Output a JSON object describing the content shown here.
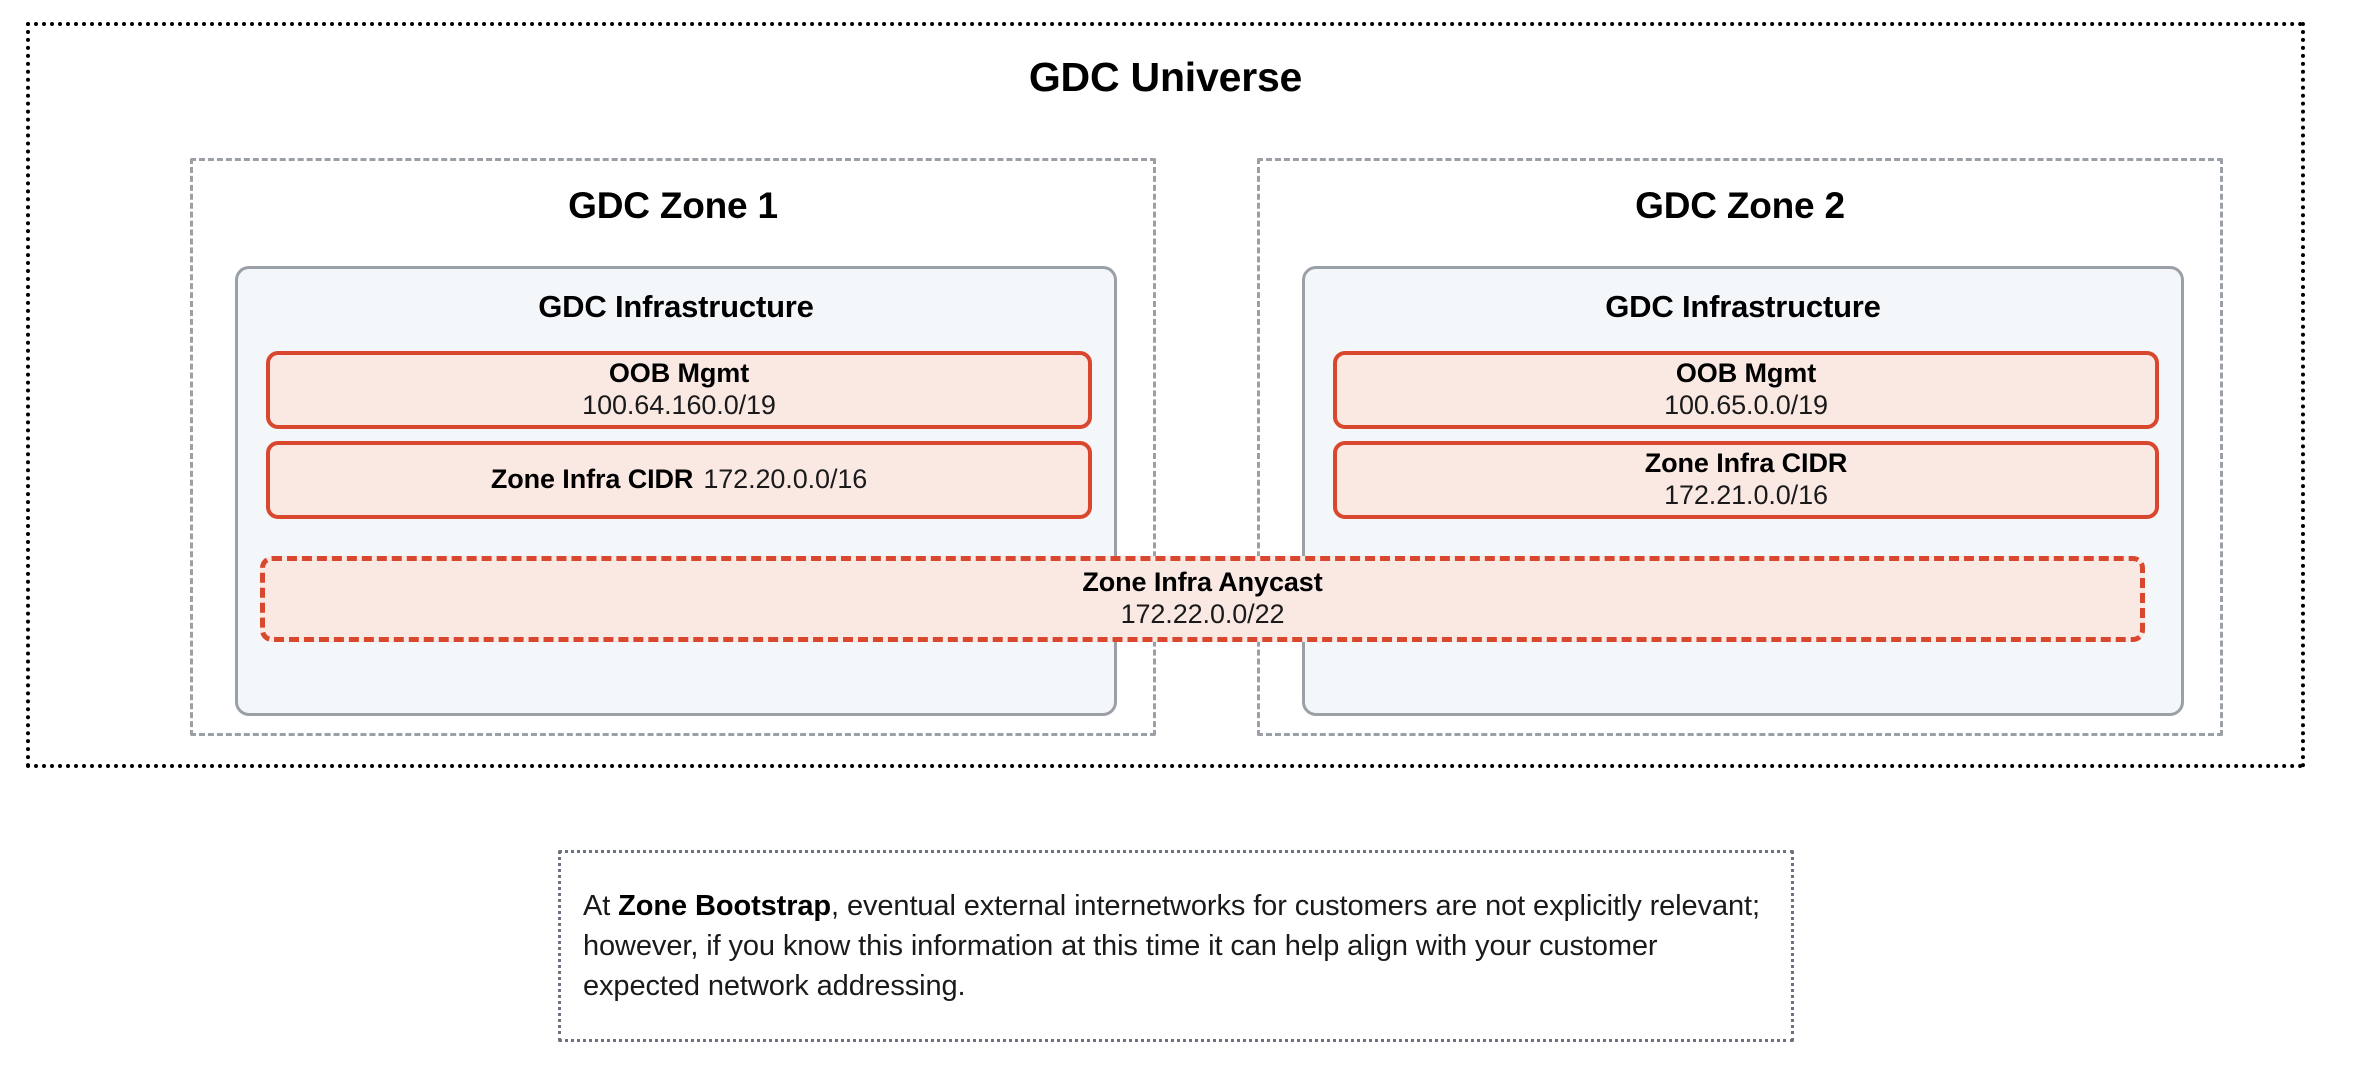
{
  "universe": {
    "title": "GDC Universe",
    "border_style": "dotted",
    "border_color": "#000000"
  },
  "colors": {
    "net_border": "#d9472e",
    "net_fill": "#fae8e3",
    "infra_border": "#9aa0a6",
    "infra_fill": "#f4f7fa",
    "zone_border": "#9aa0a6",
    "note_border": "#6b7280"
  },
  "zones": [
    {
      "title": "GDC Zone 1",
      "infra_title": "GDC Infrastructure",
      "boxes": [
        {
          "label": "OOB Mgmt",
          "value": "100.64.160.0/19",
          "layout": "stacked",
          "border_style": "solid"
        },
        {
          "label": "Zone Infra CIDR",
          "value": "172.20.0.0/16",
          "layout": "inline",
          "border_style": "solid"
        }
      ]
    },
    {
      "title": "GDC Zone 2",
      "infra_title": "GDC Infrastructure",
      "boxes": [
        {
          "label": "OOB Mgmt",
          "value": "100.65.0.0/19",
          "layout": "stacked",
          "border_style": "solid"
        },
        {
          "label": "Zone Infra CIDR",
          "value": "172.21.0.0/16",
          "layout": "stacked",
          "border_style": "solid"
        }
      ]
    }
  ],
  "anycast": {
    "label": "Zone Infra Anycast",
    "value": "172.22.0.0/22",
    "border_style": "dashed",
    "spans": "GDC Zone 1 and GDC Zone 2"
  },
  "note": {
    "prefix": "At ",
    "emphasis": "Zone Bootstrap",
    "body": ", eventual external internetworks for customers are not explicitly relevant; however, if you know this information at this time it can help align with your customer expected network addressing."
  }
}
